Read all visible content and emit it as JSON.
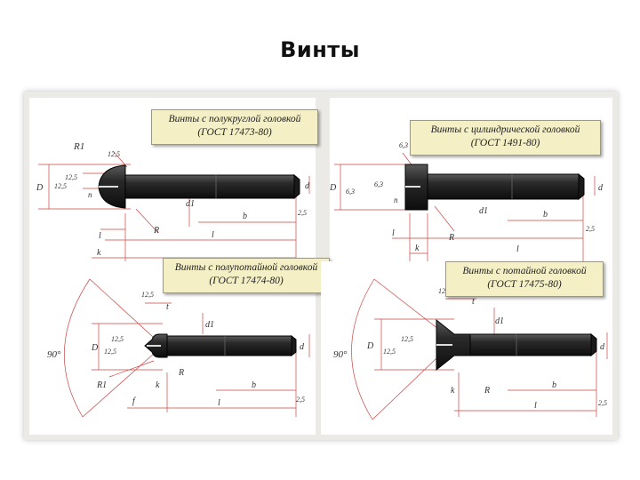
{
  "slide": {
    "title": "Винты"
  },
  "panels": [
    {
      "caption_line1": "Винты с полукруглой головкой",
      "caption_line2": "(ГОСТ 17473-80)",
      "dims": [
        "R1",
        "12,5",
        "D",
        "12,5",
        "12,5",
        "n",
        "d1",
        "b",
        "d",
        "R",
        "2,5",
        "l",
        "l",
        "k"
      ]
    },
    {
      "caption_line1": "Винты с цилиндрической головкой",
      "caption_line2": "(ГОСТ 1491-80)",
      "dims": [
        "6,3",
        "D",
        "6,3",
        "6,3",
        "n",
        "d1",
        "b",
        "d",
        "R",
        "2,5",
        "l",
        "k",
        "l"
      ]
    },
    {
      "caption_line1": "Винты с полупотайной головкой",
      "caption_line2": "(ГОСТ 17474-80)",
      "dims": [
        "90°",
        "12,5",
        "t",
        "D",
        "12,5",
        "12,5",
        "d1",
        "d",
        "R",
        "R1",
        "k",
        "b",
        "2,5",
        "f",
        "l"
      ]
    },
    {
      "caption_line1": "Винты с потайной головкой",
      "caption_line2": "(ГОСТ 17475-80)",
      "dims": [
        "90°",
        "12,5",
        "t",
        "D",
        "12,5",
        "12,5",
        "d1",
        "d",
        "k",
        "R",
        "b",
        "2,5",
        "l"
      ]
    }
  ]
}
